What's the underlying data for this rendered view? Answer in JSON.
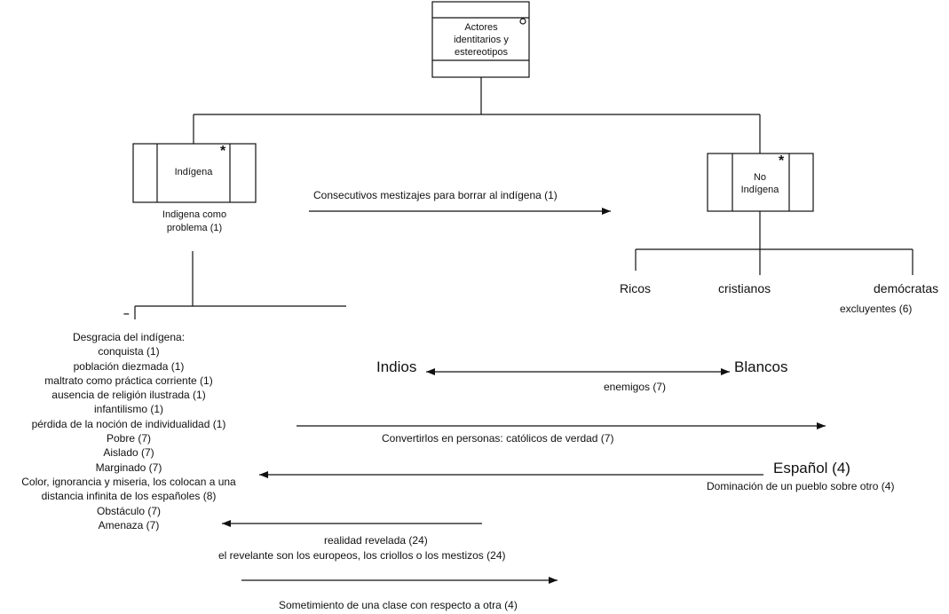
{
  "root": {
    "label": "Actores identitarios y estereotipos"
  },
  "indigena": {
    "label": "Indígena",
    "star": "*",
    "note": "Indigena como problema (1)",
    "minus": "–"
  },
  "no_indigena": {
    "label": "No Indígena",
    "star": "*"
  },
  "no_indigena_children": {
    "ricos": "Ricos",
    "cristianos": "cristianos",
    "democratas": "demócratas",
    "excluyentes": "excluyentes (6)"
  },
  "arrows": {
    "mestizajes": "Consecutivos mestizajes para borrar al indígena (1)",
    "indios": "Indios",
    "blancos": "Blancos",
    "enemigos": "enemigos (7)",
    "convertirlos": "Convertirlos en personas: católicos de verdad (7)",
    "espanol": "Español (4)",
    "dominacion": "Dominación de un pueblo sobre otro (4)",
    "realidad": "realidad revelada (24)",
    "revelante": "el revelante son los europeos, los criollos o los mestizos (24)",
    "sometimiento": "Sometimiento de una clase con respecto a otra (4)"
  },
  "desgracia": [
    "Desgracia del indígena:",
    "conquista (1)",
    "población diezmada (1)",
    "maltrato como práctica corriente (1)",
    "ausencia de religión ilustrada (1)",
    "infantilismo (1)",
    "pérdida de la noción de individualidad (1)",
    "Pobre (7)",
    "Aislado (7)",
    "Marginado (7)",
    "Color, ignorancia y miseria, los colocan a una",
    "distancia infinita de los españoles (8)",
    "Obstáculo (7)",
    "Amenaza (7)"
  ]
}
